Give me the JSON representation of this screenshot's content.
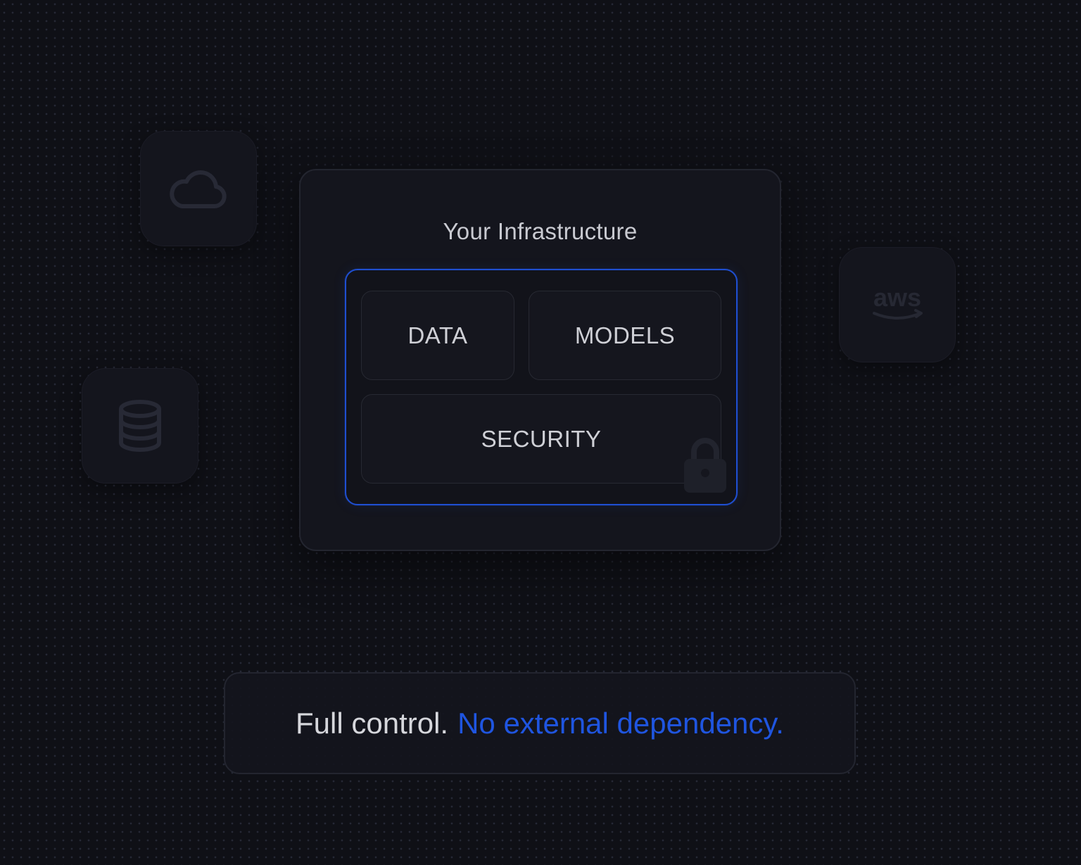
{
  "icons": {
    "cloud": "cloud-icon",
    "aws": "aws-logo-icon",
    "database": "database-icon",
    "lock": "lock-icon"
  },
  "aws_logo": {
    "text": "aws"
  },
  "infrastructure": {
    "title": "Your Infrastructure",
    "modules": {
      "data": "DATA",
      "models": "MODELS",
      "security": "SECURITY"
    }
  },
  "tagline": {
    "plain": "Full control.",
    "accent": "No external dependency."
  },
  "colors": {
    "background": "#0f1016",
    "card": "#14151d",
    "accent_blue": "#1f55e0",
    "text": "#d6d7dc"
  }
}
